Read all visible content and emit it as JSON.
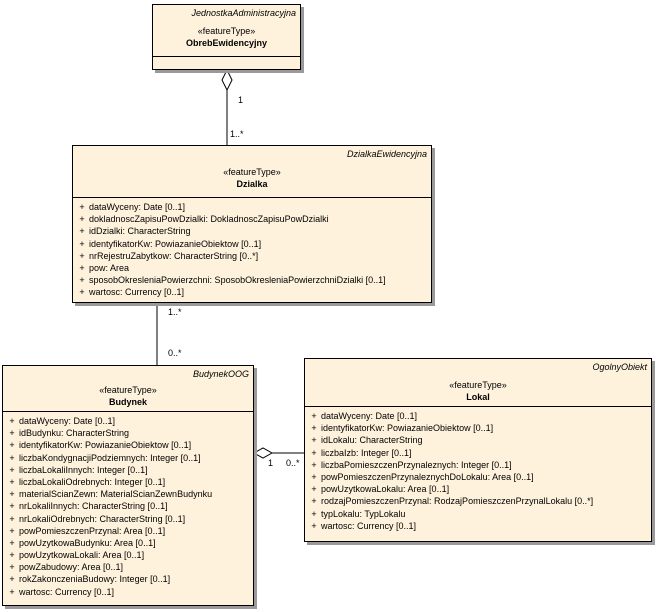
{
  "classes": {
    "obreb": {
      "package": "JednostkaAdministracyjna",
      "stereotype": "«featureType»",
      "name": "ObrebEwidencyjny",
      "attributes": []
    },
    "dzialka": {
      "package": "DzialkaEwidencyjna",
      "stereotype": "«featureType»",
      "name": "Dzialka",
      "attributes": [
        {
          "vis": "+",
          "text": "dataWyceny:  Date [0..1]"
        },
        {
          "vis": "+",
          "text": "dokladnoscZapisuPowDzialki:  DokladnoscZapisuPowDzialki"
        },
        {
          "vis": "+",
          "text": "idDzialki:  CharacterString"
        },
        {
          "vis": "+",
          "text": "identyfikatorKw:  PowiazanieObiektow [0..1]"
        },
        {
          "vis": "+",
          "text": "nrRejestruZabytkow:  CharacterString [0..*]"
        },
        {
          "vis": "+",
          "text": "pow:  Area"
        },
        {
          "vis": "+",
          "text": "sposobOkresleniaPowierzchni:  SposobOkresleniaPowierzchniDzialki [0..1]"
        },
        {
          "vis": "+",
          "text": "wartosc:  Currency [0..1]"
        }
      ]
    },
    "budynek": {
      "package": "BudynekOOG",
      "stereotype": "«featureType»",
      "name": "Budynek",
      "attributes": [
        {
          "vis": "+",
          "text": "dataWyceny:  Date [0..1]"
        },
        {
          "vis": "+",
          "text": "idBudynku:  CharacterString"
        },
        {
          "vis": "+",
          "text": "identyfikatorKw:  PowiazanieObiektow [0..1]"
        },
        {
          "vis": "+",
          "text": "liczbaKondygnacjiPodziemnych:  Integer [0..1]"
        },
        {
          "vis": "+",
          "text": "liczbaLokaliInnych:  Integer [0..1]"
        },
        {
          "vis": "+",
          "text": "liczbaLokaliOdrebnych:  Integer [0..1]"
        },
        {
          "vis": "+",
          "text": "materialScianZewn:  MaterialScianZewnBudynku"
        },
        {
          "vis": "+",
          "text": "nrLokaliInnych:  CharacterString [0..1]"
        },
        {
          "vis": "+",
          "text": "nrLokaliOdrebnych:  CharacterString [0..1]"
        },
        {
          "vis": "+",
          "text": "powPomieszczenPrzynal:  Area [0..1]"
        },
        {
          "vis": "+",
          "text": "powUzytkowaBudynku:  Area [0..1]"
        },
        {
          "vis": "+",
          "text": "powUzytkowaLokali:  Area [0..1]"
        },
        {
          "vis": "+",
          "text": "powZabudowy:  Area [0..1]"
        },
        {
          "vis": "+",
          "text": "rokZakonczeniaBudowy:  Integer [0..1]"
        },
        {
          "vis": "+",
          "text": "wartosc:  Currency [0..1]"
        }
      ]
    },
    "lokal": {
      "package": "OgolnyObiekt",
      "stereotype": "«featureType»",
      "name": "Lokal",
      "attributes": [
        {
          "vis": "+",
          "text": "dataWyceny:  Date [0..1]"
        },
        {
          "vis": "+",
          "text": "identyfikatorKw:  PowiazanieObiektow [0..1]"
        },
        {
          "vis": "+",
          "text": "idLokalu:  CharacterString"
        },
        {
          "vis": "+",
          "text": "liczbaIzb:  Integer [0..1]"
        },
        {
          "vis": "+",
          "text": "liczbaPomieszczenPrzynaleznych:  Integer [0..1]"
        },
        {
          "vis": "+",
          "text": "powPomieszczenPrzynaleznychDoLokalu:  Area [0..1]"
        },
        {
          "vis": "+",
          "text": "powUzytkowaLokalu:  Area [0..1]"
        },
        {
          "vis": "+",
          "text": "rodzajPomieszczenPrzynal:  RodzajPomieszczenPrzynalLokalu [0..*]"
        },
        {
          "vis": "+",
          "text": "typLokalu:  TypLokalu"
        },
        {
          "vis": "+",
          "text": "wartosc:  Currency [0..1]"
        }
      ]
    }
  },
  "associations": {
    "obreb_dzialka": {
      "source_mult": "1",
      "target_mult": "1..*"
    },
    "dzialka_budynek": {
      "source_mult": "1..*",
      "target_mult": "0..*"
    },
    "budynek_lokal": {
      "source_mult": "1",
      "target_mult": "0..*"
    }
  }
}
